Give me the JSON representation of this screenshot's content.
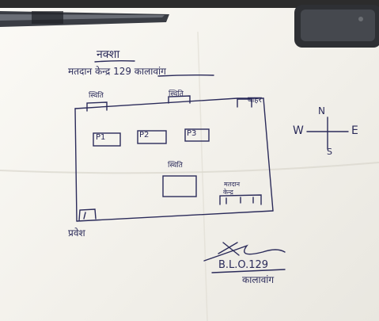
{
  "photo": {
    "description_icons": [
      "pen-icon",
      "phone-icon"
    ],
    "paper_color": "#f3f1ea",
    "ink_color": "#2b2b5a"
  },
  "sketch": {
    "title": "नक्शा",
    "subtitle": "मतदान केन्द्र 129 कालावांग",
    "structures": {
      "structure_top_left": "स्थिति",
      "structure_top_center": "स्थिति",
      "structure_center": "स्थिति"
    },
    "exit_label": "बाहर",
    "entry_label": "प्रवेश",
    "rooms": [
      "P1",
      "P2",
      "P3"
    ],
    "booth_label_line1": "मतदान",
    "booth_label_line2": "केन्द्र",
    "compass": {
      "north": "N",
      "south": "S",
      "east": "E",
      "west": "W"
    },
    "signature_code": "B.L.O.129",
    "signature_place": "कालावांग"
  }
}
